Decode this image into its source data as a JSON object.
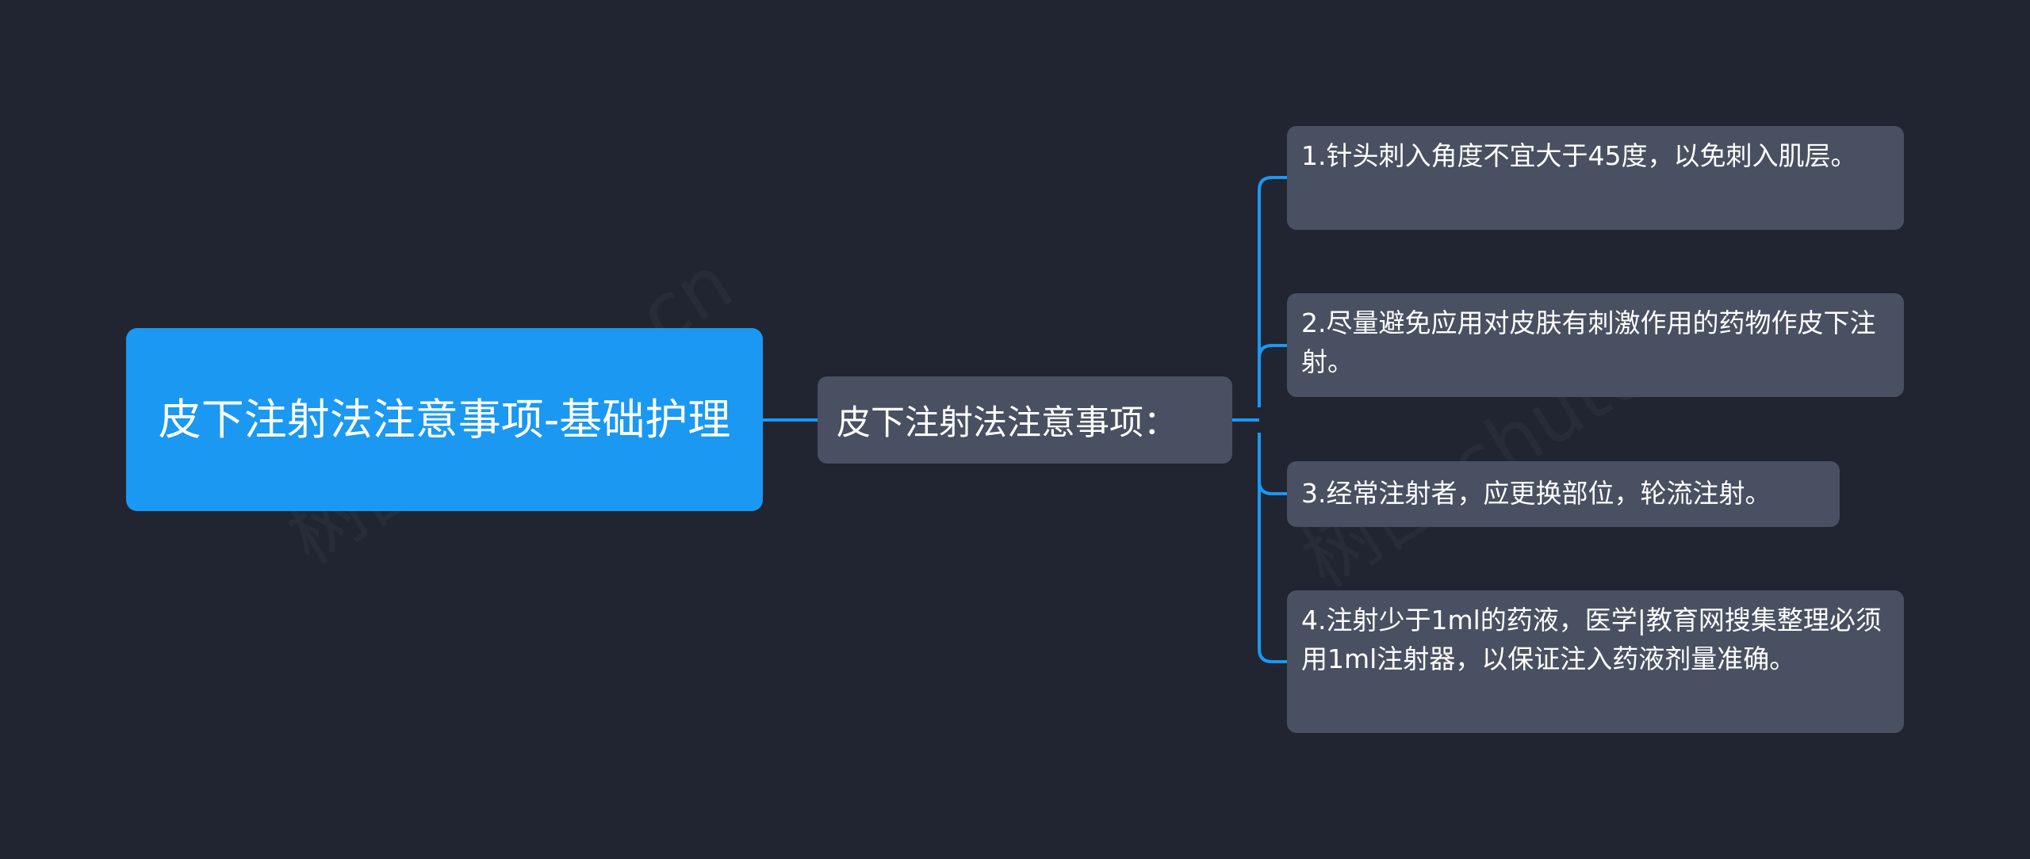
{
  "root": {
    "label": "皮下注射法注意事项-基础护理"
  },
  "branch": {
    "label": "皮下注射法注意事项："
  },
  "items": [
    {
      "label": "1.针头刺入角度不宜大于45度，以免刺入肌层。"
    },
    {
      "label": "2.尽量避免应用对皮肤有刺激作用的药物作皮下注射。"
    },
    {
      "label": "3.经常注射者，应更换部位，轮流注射。"
    },
    {
      "label": "4.注射少于1ml的药液，医学|教育网搜集整理必须用1ml注射器，以保证注入药液剂量准确。"
    }
  ],
  "watermark": {
    "text": "树图 shutu.cn"
  },
  "colors": {
    "background": "#212532",
    "root_fill": "#1a98f2",
    "node_fill": "#485061",
    "connector": "#1a98f2",
    "text": "#ffffff"
  }
}
